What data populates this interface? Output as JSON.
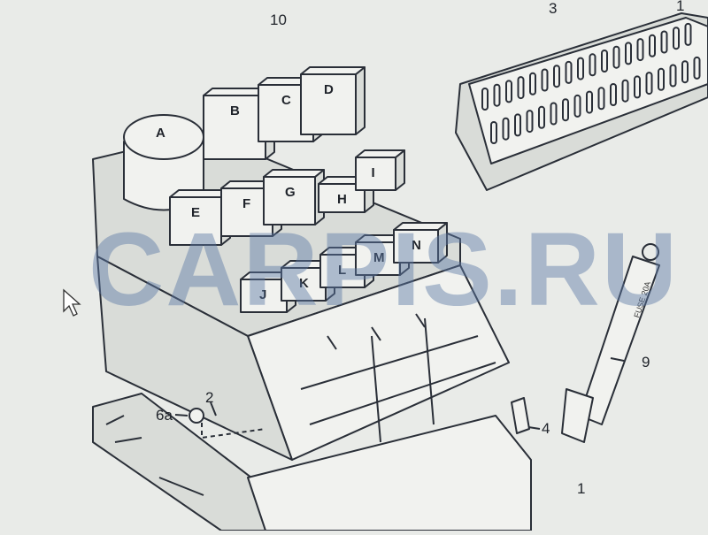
{
  "diagram": {
    "title_callout": "10",
    "callouts": {
      "fuse_panel": "3",
      "fuse_panel_end": "1",
      "fuse_puller": "9",
      "fuse": "4",
      "bracket": "2",
      "nut": "6a",
      "housing": "1"
    },
    "relays": [
      "A",
      "B",
      "C",
      "D",
      "E",
      "F",
      "G",
      "H",
      "I",
      "J",
      "K",
      "L",
      "M",
      "N"
    ],
    "puller_text": "FUSE 20A",
    "watermark": "CARPIS.RU"
  }
}
